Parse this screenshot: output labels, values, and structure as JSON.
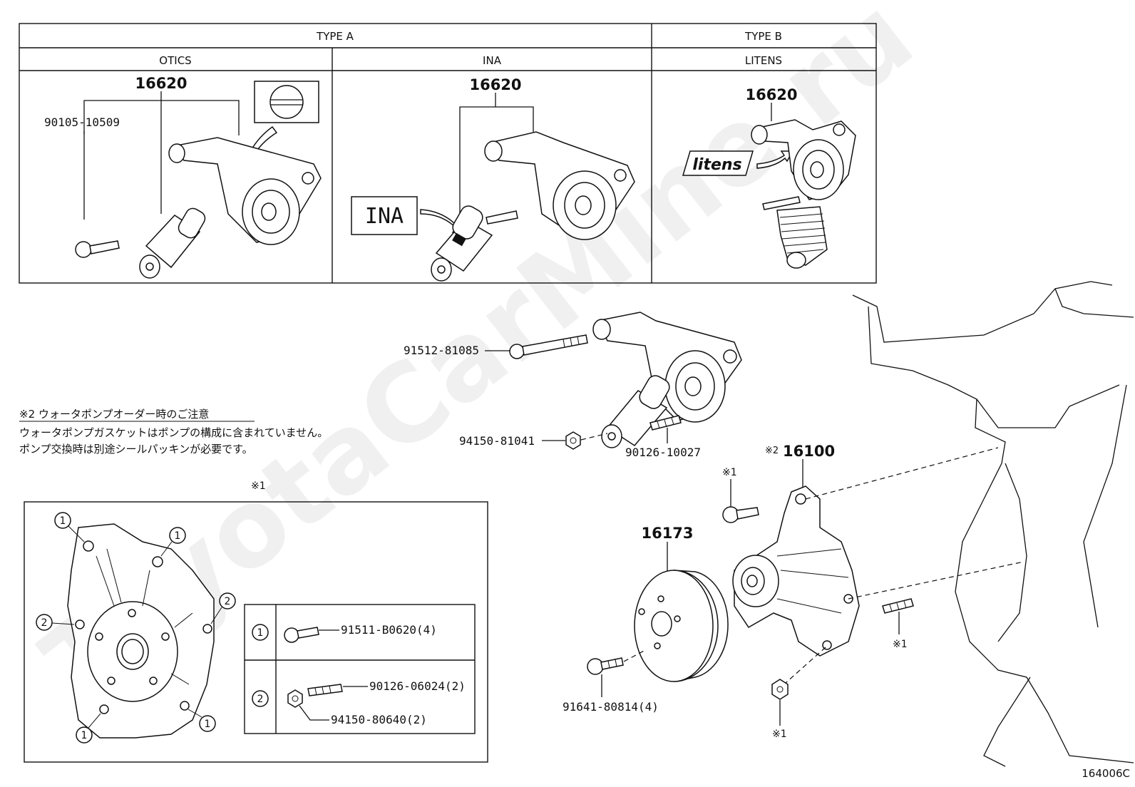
{
  "header": {
    "type_a": "TYPE A",
    "type_b": "TYPE B",
    "otics": "OTICS",
    "ina": "INA",
    "litens": "LITENS"
  },
  "variants": {
    "otics_part": "16620",
    "otics_bolt": "90105-10509",
    "ina_part": "16620",
    "ina_label": "INA",
    "litens_part": "16620",
    "litens_label": "litens"
  },
  "main_parts": {
    "bolt": "91512-81085",
    "nut": "94150-81041",
    "stud": "90126-10027",
    "water_pump": "16100",
    "water_pump_mark": "※2",
    "pulley": "16173",
    "pulley_bolt": "91641-80814(4)",
    "mark_bolt": "※1",
    "mark_stud": "※1",
    "mark_nut": "※1"
  },
  "note": {
    "title": "※2 ウォータポンプオーダー時のご注意",
    "line1": "ウォータポンプガスケットはポンプの構成に含まれていません。",
    "line2": "ポンプ交換時は別途シールパッキンが必要です。"
  },
  "detail": {
    "mark": "※1",
    "key1": "1",
    "key2": "2",
    "part1": "91511-B0620(4)",
    "part2a": "90126-06024(2)",
    "part2b": "94150-80640(2)"
  },
  "diagram_id": "164006C",
  "watermark": "ToyotaCarMine.ru"
}
